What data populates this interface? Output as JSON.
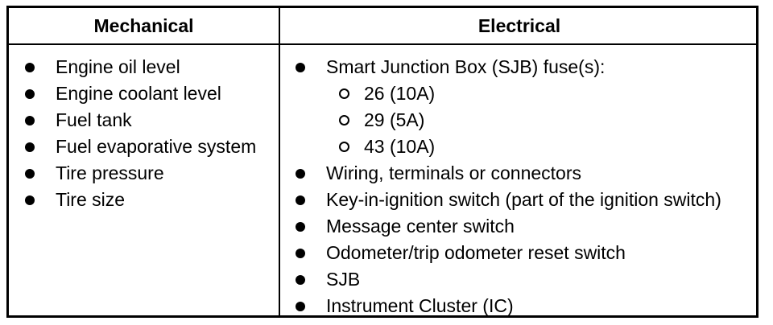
{
  "table": {
    "headers": {
      "mechanical": "Mechanical",
      "electrical": "Electrical"
    },
    "mechanical_items": [
      "Engine oil level",
      "Engine coolant level",
      "Fuel tank",
      "Fuel evaporative system",
      "Tire pressure",
      "Tire size"
    ],
    "electrical_items": [
      "Smart Junction Box (SJB) fuse(s):",
      "26 (10A)",
      "29 (5A)",
      "43 (10A)",
      "Wiring, terminals or connectors",
      "Key-in-ignition switch (part of the ignition switch)",
      "Message center switch",
      "Odometer/trip odometer reset switch",
      "SJB",
      "Instrument Cluster (IC)"
    ]
  }
}
